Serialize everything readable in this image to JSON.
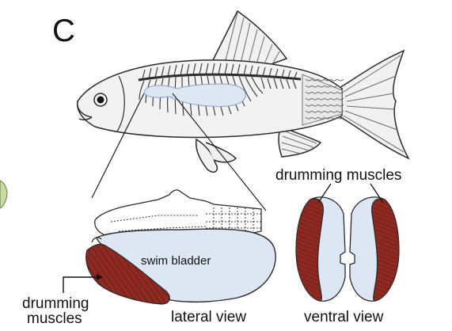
{
  "panel_label": "C",
  "labels": {
    "swim_bladder": "swim bladder",
    "drumming_muscles_top": "drumming muscles",
    "drumming_muscles_left_line1": "drumming",
    "drumming_muscles_left_line2": "muscles",
    "lateral_view": "lateral view",
    "ventral_view": "ventral view"
  },
  "colors": {
    "muscle": "#8f2a22",
    "bladder": "#dde7f3",
    "outline": "#2b2b2b",
    "leaf": "#c9dba2"
  }
}
